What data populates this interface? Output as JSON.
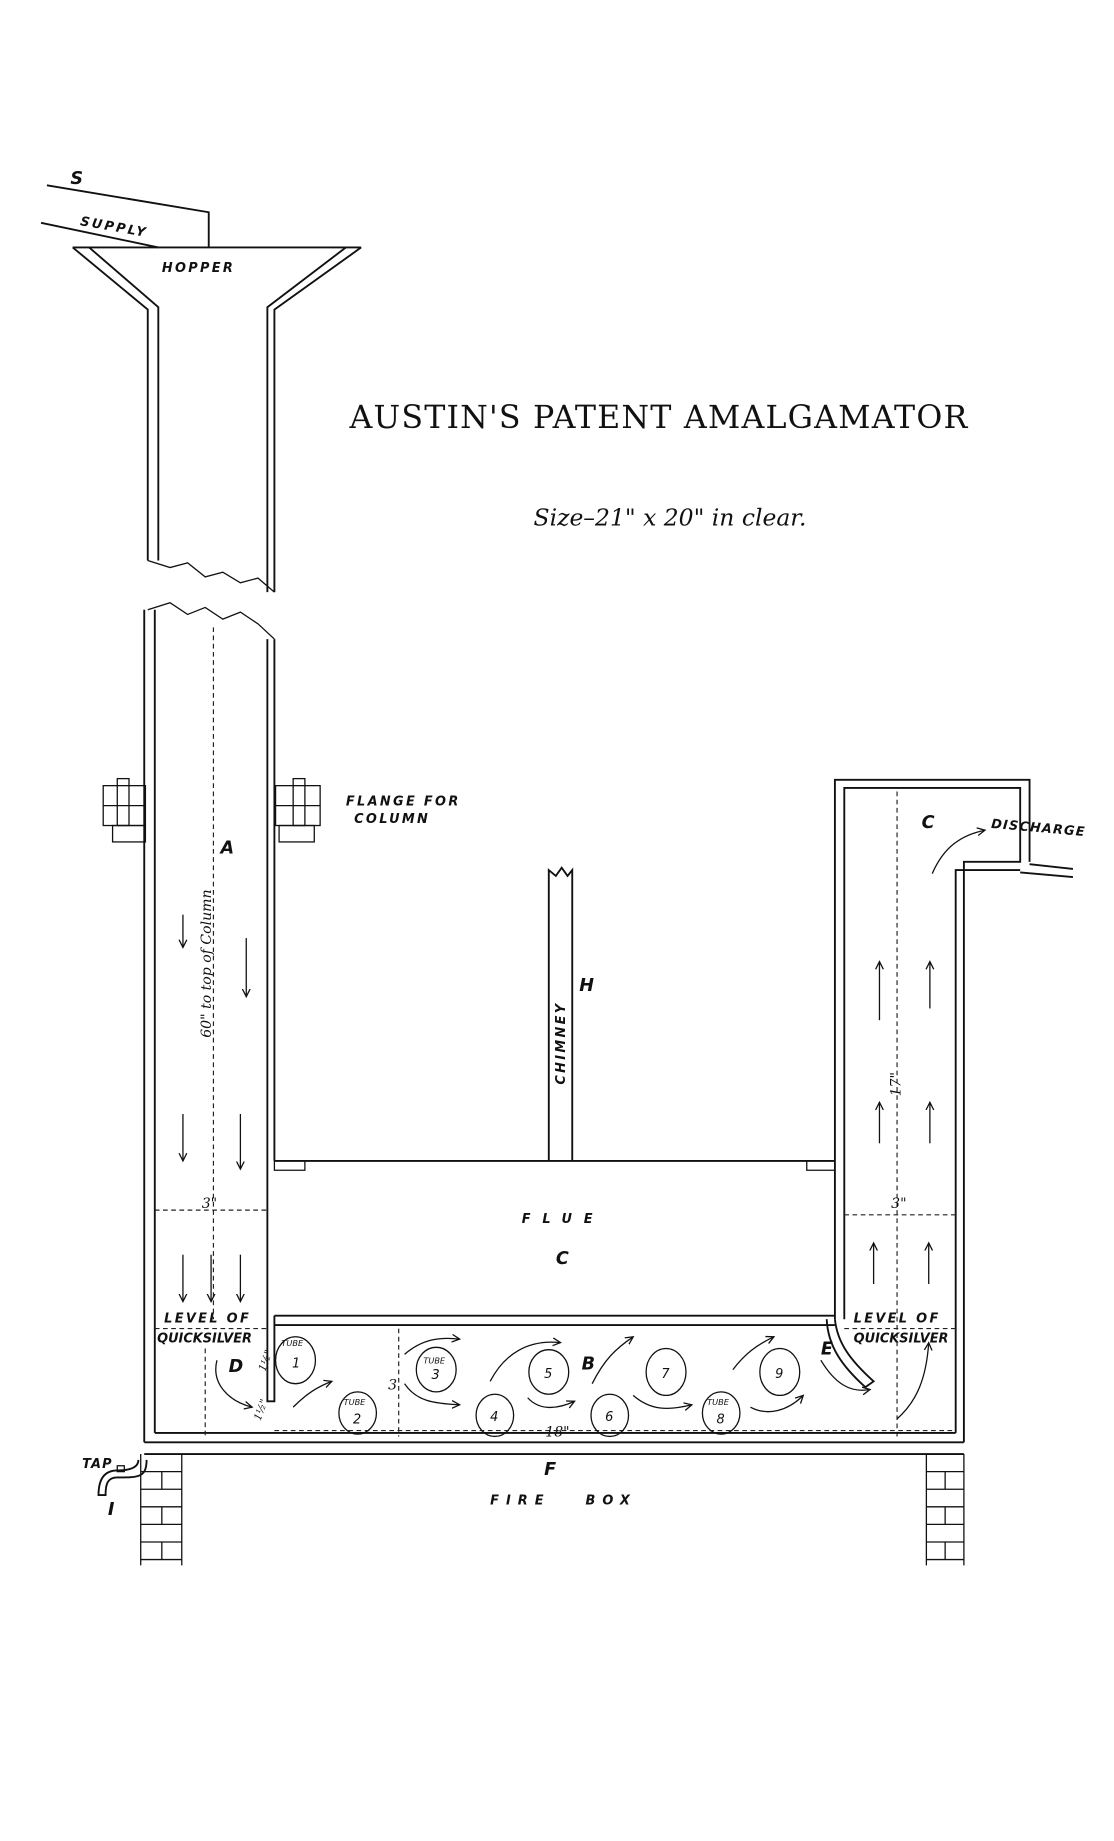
{
  "title": "AUSTIN'S PATENT AMALGAMATOR",
  "subtitle": "Size–21\" x 20\" in clear.",
  "labels": {
    "s": "S",
    "supply": "SUPPLY",
    "hopper": "HOPPER",
    "flange": [
      "FLANGE FOR",
      "COLUMN"
    ],
    "a": "A",
    "column_dim": "60\" to top of Column",
    "chimney": "CHIMNEY",
    "h": "H",
    "c_top": "C",
    "discharge": "DISCHARGE",
    "flue": "FLUE",
    "c_flue": "C",
    "dim_left": "3\"",
    "dim_right": "3\"",
    "dim_17": "17\"",
    "level_left": [
      "LEVEL OF",
      "QUICKSILVER"
    ],
    "level_right": [
      "LEVEL OF",
      "QUICKSILVER"
    ],
    "d": "D",
    "e": "E",
    "b": "B",
    "dim_3": "3",
    "dim_18": "18\"",
    "dim_1half_a": "1½\"",
    "dim_1half_b": "1½\"",
    "tap": "TAP",
    "i": "I",
    "f": "F",
    "firebox": "FIRE BOX",
    "tube_word": "TUBE"
  },
  "tubes": [
    "1",
    "2",
    "3",
    "4",
    "5",
    "6",
    "7",
    "8",
    "9"
  ]
}
